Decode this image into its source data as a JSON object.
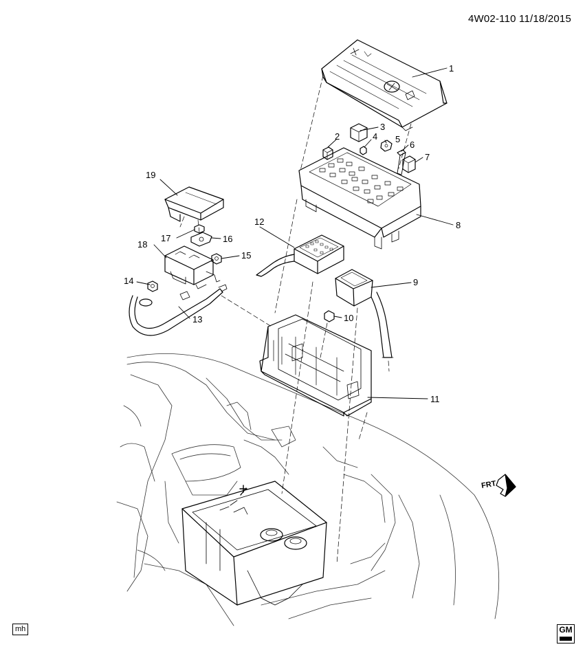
{
  "header": {
    "code": "4W02-110  11/18/2015"
  },
  "footer": {
    "initials": "mh",
    "brand": "GM"
  },
  "front_arrow": {
    "label": "FRT"
  },
  "callouts": [
    "1",
    "2",
    "3",
    "4",
    "5",
    "6",
    "7",
    "8",
    "9",
    "10",
    "11",
    "12",
    "13",
    "14",
    "15",
    "16",
    "17",
    "18",
    "19"
  ]
}
